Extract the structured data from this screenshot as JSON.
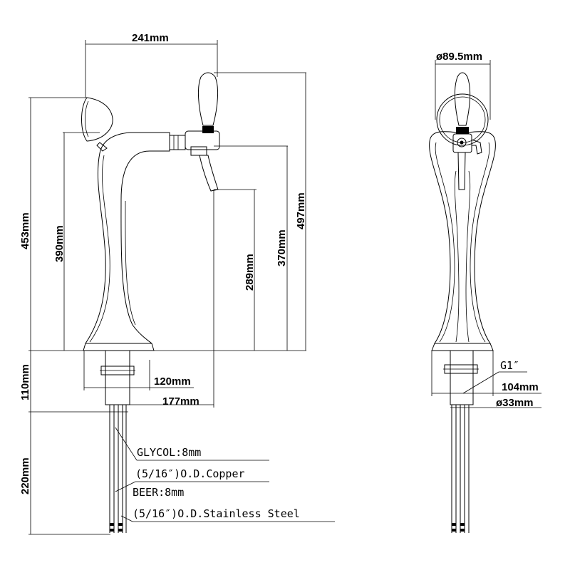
{
  "dimensions": {
    "width_241": "241mm",
    "height_453": "453mm",
    "height_390": "390mm",
    "height_497": "497mm",
    "height_370": "370mm",
    "height_289": "289mm",
    "height_110": "110mm",
    "width_120": "120mm",
    "width_177": "177mm",
    "height_220": "220mm",
    "diameter_89_5": "ø89.5mm",
    "thread_g1": "G1″",
    "width_104": "104mm",
    "diameter_33": "ø33mm"
  },
  "notes": {
    "glycol_size": "GLYCOL:8mm",
    "glycol_material": "(5/16″)O.D.Copper",
    "beer_size": "BEER:8mm",
    "beer_material": "(5/16″)O.D.Stainless Steel"
  }
}
